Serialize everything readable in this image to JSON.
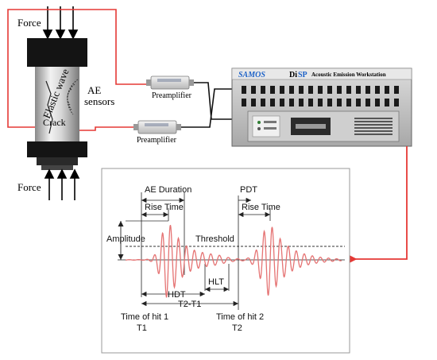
{
  "labels": {
    "force_top": "Force",
    "force_bottom": "Force",
    "elastic_wave": "Elastic wave",
    "crack": "Crack",
    "ae_sensors_line1": "AE",
    "ae_sensors_line2": "sensors",
    "preamplifier_1": "Preamplifier",
    "preamplifier_2": "Preamplifier"
  },
  "workstation": {
    "brand": "SAMOS",
    "model_prefix": "Di",
    "model_highlight": "SP",
    "title": "Acoustic Emission Workstation"
  },
  "waveform": {
    "ae_duration": "AE Duration",
    "rise_time_1": "Rise Time",
    "rise_time_2": "Rise Time",
    "pdt": "PDT",
    "amplitude": "Amplitude",
    "threshold": "Threshold",
    "hdt": "HDT",
    "hlt": "HLT",
    "t2_minus_t1": "T2-T1",
    "time_of_hit_1": "Time of hit 1",
    "t1": "T1",
    "time_of_hit_2": "Time of hit 2",
    "t2": "T2"
  },
  "colors": {
    "signal_line": "#e53935",
    "waveform": "#e57373",
    "arrow": "#e53935",
    "brand": "#1e63c8"
  }
}
